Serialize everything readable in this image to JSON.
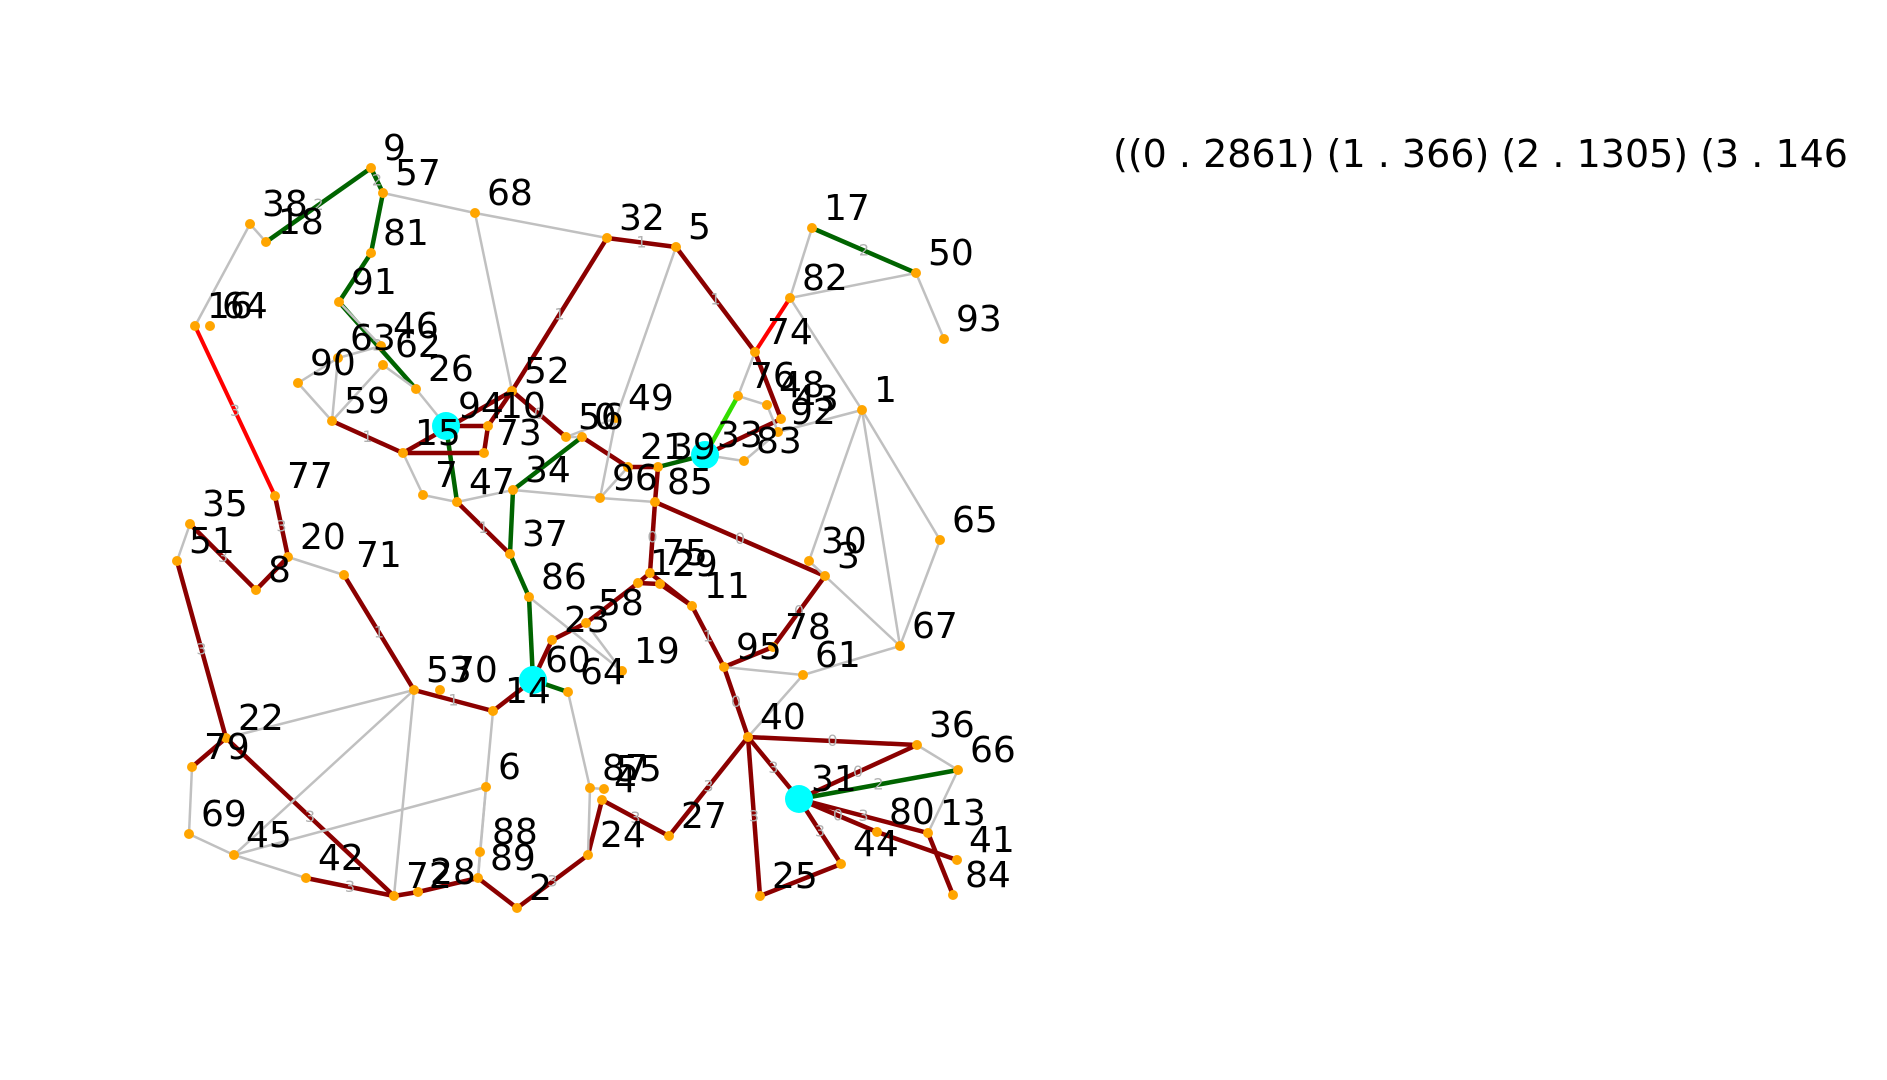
{
  "summary_text": "((0 . 2861) (1 . 366) (2 . 1305) (3 . 146",
  "colors": {
    "default_edge": "#c0c0c0",
    "path_edge": "#8b0000",
    "green_edge": "#006400",
    "red_edge": "#ff0000",
    "lime_edge": "#33dd00",
    "node": "#ffa500",
    "hub": "#00ffff",
    "edge_label": "#b0b0b0"
  },
  "nodes": [
    {
      "id": "9"
    },
    {
      "id": "57"
    },
    {
      "id": "68"
    },
    {
      "id": "32"
    },
    {
      "id": "5"
    },
    {
      "id": "17"
    },
    {
      "id": "50"
    },
    {
      "id": "38"
    },
    {
      "id": "18"
    },
    {
      "id": "81"
    },
    {
      "id": "82"
    },
    {
      "id": "93"
    },
    {
      "id": "91"
    },
    {
      "id": "16"
    },
    {
      "id": "64-top"
    },
    {
      "id": "46"
    },
    {
      "id": "63"
    },
    {
      "id": "62"
    },
    {
      "id": "74"
    },
    {
      "id": "90"
    },
    {
      "id": "26"
    },
    {
      "id": "52"
    },
    {
      "id": "76"
    },
    {
      "id": "48"
    },
    {
      "id": "43"
    },
    {
      "id": "1"
    },
    {
      "id": "94"
    },
    {
      "id": "10"
    },
    {
      "id": "59"
    },
    {
      "id": "49"
    },
    {
      "id": "92"
    },
    {
      "id": "15"
    },
    {
      "id": "73"
    },
    {
      "id": "56"
    },
    {
      "id": "0"
    },
    {
      "id": "21"
    },
    {
      "id": "39"
    },
    {
      "id": "33"
    },
    {
      "id": "83"
    },
    {
      "id": "77"
    },
    {
      "id": "7"
    },
    {
      "id": "47"
    },
    {
      "id": "34"
    },
    {
      "id": "96"
    },
    {
      "id": "85"
    },
    {
      "id": "35"
    },
    {
      "id": "65"
    },
    {
      "id": "51"
    },
    {
      "id": "37"
    },
    {
      "id": "20"
    },
    {
      "id": "30"
    },
    {
      "id": "8"
    },
    {
      "id": "71"
    },
    {
      "id": "3"
    },
    {
      "id": "75"
    },
    {
      "id": "12"
    },
    {
      "id": "29"
    },
    {
      "id": "86"
    },
    {
      "id": "11"
    },
    {
      "id": "58"
    },
    {
      "id": "78"
    },
    {
      "id": "67"
    },
    {
      "id": "23"
    },
    {
      "id": "95"
    },
    {
      "id": "60"
    },
    {
      "id": "61"
    },
    {
      "id": "19"
    },
    {
      "id": "53"
    },
    {
      "id": "70"
    },
    {
      "id": "14"
    },
    {
      "id": "64"
    },
    {
      "id": "40"
    },
    {
      "id": "22"
    },
    {
      "id": "36"
    },
    {
      "id": "66"
    },
    {
      "id": "79"
    },
    {
      "id": "6"
    },
    {
      "id": "87"
    },
    {
      "id": "55"
    },
    {
      "id": "4"
    },
    {
      "id": "31"
    },
    {
      "id": "27"
    },
    {
      "id": "69"
    },
    {
      "id": "45"
    },
    {
      "id": "80"
    },
    {
      "id": "13"
    },
    {
      "id": "88"
    },
    {
      "id": "24"
    },
    {
      "id": "41"
    },
    {
      "id": "42"
    },
    {
      "id": "44"
    },
    {
      "id": "89"
    },
    {
      "id": "72"
    },
    {
      "id": "28"
    },
    {
      "id": "25"
    },
    {
      "id": "84"
    },
    {
      "id": "2"
    }
  ],
  "hubs": [
    "94",
    "33",
    "60",
    "31"
  ],
  "edges": [
    [
      "9",
      "57",
      "green",
      "2"
    ],
    [
      "9",
      "18",
      "green",
      "2"
    ],
    [
      "38",
      "18",
      "default",
      ""
    ],
    [
      "38",
      "16",
      "default",
      ""
    ],
    [
      "57",
      "81",
      "green",
      ""
    ],
    [
      "81",
      "91",
      "green",
      ""
    ],
    [
      "91",
      "26",
      "green",
      "2"
    ],
    [
      "57",
      "68",
      "default",
      ""
    ],
    [
      "68",
      "32",
      "default",
      ""
    ],
    [
      "68",
      "52",
      "default",
      ""
    ],
    [
      "32",
      "5",
      "path",
      "1"
    ],
    [
      "32",
      "52",
      "path",
      "1"
    ],
    [
      "5",
      "74",
      "path",
      "1"
    ],
    [
      "5",
      "49",
      "default",
      ""
    ],
    [
      "17",
      "50",
      "green",
      "2"
    ],
    [
      "17",
      "82",
      "default",
      ""
    ],
    [
      "82",
      "50",
      "default",
      ""
    ],
    [
      "50",
      "93",
      "default",
      ""
    ],
    [
      "82",
      "74",
      "red",
      ""
    ],
    [
      "82",
      "1",
      "default",
      ""
    ],
    [
      "74",
      "43",
      "path",
      ""
    ],
    [
      "74",
      "76",
      "default",
      ""
    ],
    [
      "76",
      "33",
      "lime",
      ""
    ],
    [
      "76",
      "48",
      "default",
      ""
    ],
    [
      "43",
      "33",
      "path",
      ""
    ],
    [
      "33",
      "83",
      "default",
      ""
    ],
    [
      "33",
      "39",
      "green",
      ""
    ],
    [
      "39",
      "21",
      "path",
      ""
    ],
    [
      "21",
      "0",
      "path",
      ""
    ],
    [
      "0",
      "34",
      "green",
      ""
    ],
    [
      "0",
      "56",
      "default",
      ""
    ],
    [
      "56",
      "52",
      "path",
      "0"
    ],
    [
      "52",
      "10",
      "path",
      ""
    ],
    [
      "52",
      "15",
      "path",
      ""
    ],
    [
      "10",
      "94",
      "path",
      ""
    ],
    [
      "94",
      "26",
      "default",
      ""
    ],
    [
      "94",
      "47",
      "green",
      ""
    ],
    [
      "47",
      "34",
      "default",
      ""
    ],
    [
      "34",
      "37",
      "green",
      ""
    ],
    [
      "37",
      "86",
      "green",
      ""
    ],
    [
      "86",
      "60",
      "green",
      ""
    ],
    [
      "60",
      "64",
      "green",
      ""
    ],
    [
      "60",
      "23",
      "path",
      ""
    ],
    [
      "23",
      "58",
      "path",
      ""
    ],
    [
      "58",
      "12",
      "path",
      ""
    ],
    [
      "12",
      "29",
      "path",
      ""
    ],
    [
      "29",
      "11",
      "path",
      ""
    ],
    [
      "11",
      "95",
      "path",
      "1"
    ],
    [
      "95",
      "40",
      "path",
      "0"
    ],
    [
      "40",
      "31",
      "path",
      "3"
    ],
    [
      "40",
      "27",
      "path",
      "3"
    ],
    [
      "40",
      "36",
      "path",
      "0"
    ],
    [
      "36",
      "31",
      "path",
      "0"
    ],
    [
      "31",
      "66",
      "green",
      "2"
    ],
    [
      "31",
      "80",
      "path",
      "0"
    ],
    [
      "31",
      "13",
      "path",
      "3"
    ],
    [
      "31",
      "44",
      "path",
      "3"
    ],
    [
      "44",
      "25",
      "path",
      ""
    ],
    [
      "13",
      "84",
      "path",
      ""
    ],
    [
      "80",
      "41",
      "path",
      ""
    ],
    [
      "40",
      "25",
      "path",
      "3"
    ],
    [
      "27",
      "4",
      "path",
      "3"
    ],
    [
      "4",
      "24",
      "path",
      ""
    ],
    [
      "24",
      "2",
      "path",
      "3"
    ],
    [
      "2",
      "89",
      "path",
      ""
    ],
    [
      "89",
      "28",
      "path",
      ""
    ],
    [
      "28",
      "72",
      "path",
      ""
    ],
    [
      "72",
      "42",
      "path",
      "3"
    ],
    [
      "42",
      "45",
      "default",
      ""
    ],
    [
      "45",
      "69",
      "default",
      ""
    ],
    [
      "69",
      "79",
      "default",
      ""
    ],
    [
      "79",
      "22",
      "path",
      ""
    ],
    [
      "22",
      "72",
      "path",
      "3"
    ],
    [
      "22",
      "51",
      "path",
      "3"
    ],
    [
      "51",
      "35",
      "default",
      ""
    ],
    [
      "35",
      "8",
      "path",
      "3"
    ],
    [
      "8",
      "20",
      "path",
      ""
    ],
    [
      "20",
      "77",
      "path",
      "3"
    ],
    [
      "77",
      "16",
      "red",
      "3"
    ],
    [
      "20",
      "71",
      "default",
      ""
    ],
    [
      "71",
      "53",
      "path",
      "1"
    ],
    [
      "53",
      "14",
      "path",
      "1"
    ],
    [
      "14",
      "60",
      "path",
      ""
    ],
    [
      "53",
      "22",
      "default",
      ""
    ],
    [
      "53",
      "45",
      "default",
      ""
    ],
    [
      "53",
      "72",
      "default",
      ""
    ],
    [
      "6",
      "45",
      "default",
      ""
    ],
    [
      "6",
      "89",
      "default",
      ""
    ],
    [
      "59",
      "15",
      "path",
      "1"
    ],
    [
      "15",
      "73",
      "path",
      ""
    ],
    [
      "73",
      "10",
      "path",
      ""
    ],
    [
      "59",
      "90",
      "default",
      ""
    ],
    [
      "59",
      "63",
      "default",
      ""
    ],
    [
      "90",
      "63",
      "default",
      ""
    ],
    [
      "63",
      "46",
      "default",
      ""
    ],
    [
      "46",
      "91",
      "default",
      ""
    ],
    [
      "62",
      "59",
      "default",
      ""
    ],
    [
      "39",
      "85",
      "path",
      ""
    ],
    [
      "85",
      "75",
      "path",
      "0"
    ],
    [
      "85",
      "3",
      "path",
      "0"
    ],
    [
      "3",
      "30",
      "default",
      ""
    ],
    [
      "3",
      "78",
      "path",
      "0"
    ],
    [
      "78",
      "95",
      "path",
      ""
    ],
    [
      "61",
      "95",
      "default",
      ""
    ],
    [
      "61",
      "67",
      "default",
      ""
    ],
    [
      "67",
      "1",
      "default",
      ""
    ],
    [
      "67",
      "65",
      "default",
      ""
    ],
    [
      "65",
      "1",
      "default",
      ""
    ],
    [
      "1",
      "30",
      "default",
      ""
    ],
    [
      "1",
      "92",
      "default",
      ""
    ],
    [
      "30",
      "67",
      "default",
      ""
    ],
    [
      "40",
      "61",
      "default",
      ""
    ],
    [
      "66",
      "13",
      "default",
      ""
    ],
    [
      "66",
      "36",
      "default",
      ""
    ],
    [
      "96",
      "21",
      "default",
      ""
    ],
    [
      "96",
      "34",
      "default",
      ""
    ],
    [
      "96",
      "85",
      "default",
      ""
    ],
    [
      "49",
      "96",
      "default",
      ""
    ],
    [
      "49",
      "56",
      "default",
      ""
    ],
    [
      "19",
      "58",
      "default",
      ""
    ],
    [
      "19",
      "86",
      "default",
      ""
    ],
    [
      "64",
      "87",
      "default",
      ""
    ],
    [
      "87",
      "55",
      "default",
      ""
    ],
    [
      "87",
      "24",
      "default",
      ""
    ],
    [
      "14",
      "6",
      "default",
      ""
    ],
    [
      "88",
      "89",
      "default",
      ""
    ],
    [
      "88",
      "6",
      "default",
      ""
    ],
    [
      "75",
      "12",
      "path",
      ""
    ],
    [
      "11",
      "75",
      "path",
      ""
    ],
    [
      "7",
      "47",
      "default",
      ""
    ],
    [
      "7",
      "15",
      "default",
      ""
    ],
    [
      "47",
      "37",
      "path",
      "1"
    ],
    [
      "83",
      "92",
      "default",
      ""
    ],
    [
      "48",
      "92",
      "default",
      ""
    ],
    [
      "26",
      "62",
      "default",
      ""
    ]
  ]
}
